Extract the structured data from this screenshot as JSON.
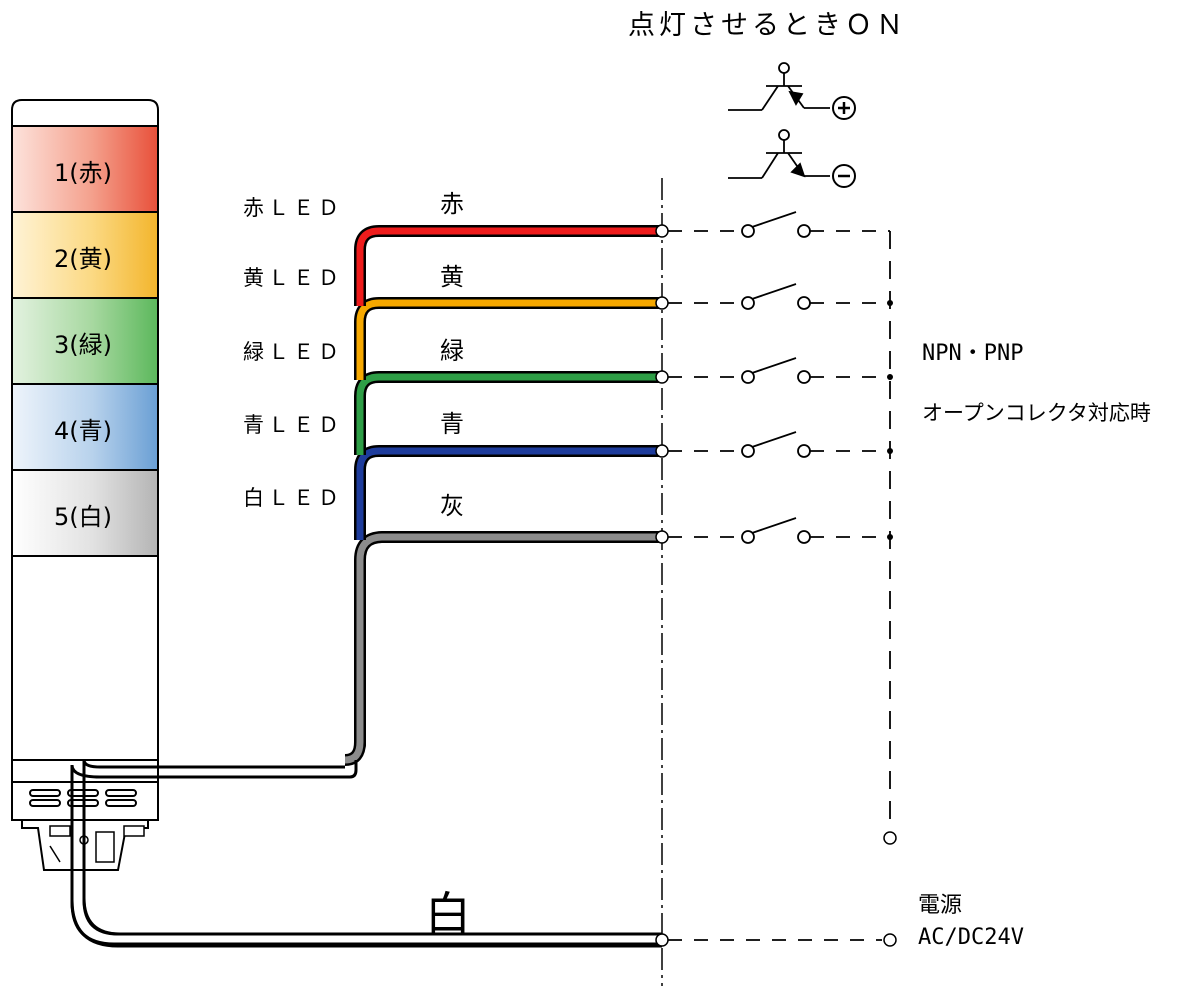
{
  "title": "点灯させるときＯＮ",
  "tower_tiers": [
    {
      "label": "1(赤)",
      "color": "#e8503a"
    },
    {
      "label": "2(黄)",
      "color": "#f7c340"
    },
    {
      "label": "3(緑)",
      "color": "#5cb85c"
    },
    {
      "label": "4(青)",
      "color": "#6a9fd4"
    },
    {
      "label": "5(白)",
      "color": "#bdbdbd"
    }
  ],
  "led_labels": [
    "赤ＬＥＤ",
    "黄ＬＥＤ",
    "緑ＬＥＤ",
    "青ＬＥＤ",
    "白ＬＥＤ"
  ],
  "wires": [
    {
      "label": "赤",
      "color": "#ee1c1c"
    },
    {
      "label": "黄",
      "color": "#f6a800"
    },
    {
      "label": "緑",
      "color": "#2e9e46"
    },
    {
      "label": "青",
      "color": "#1e3c9c"
    },
    {
      "label": "灰",
      "color": "#8c8c8c"
    }
  ],
  "common_wire_label": "白",
  "note_line1": "NPN・PNP",
  "note_line2": "オープンコレクタ対応時",
  "power_label": "電源",
  "power_spec": "AC/DC24V"
}
